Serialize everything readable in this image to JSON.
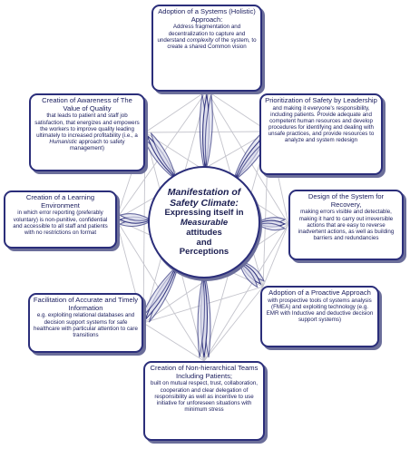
{
  "center": {
    "line1": "Manifestation of",
    "line2": "Safety Climate:",
    "line3": "Expressing itself in",
    "line4": "Measurable",
    "line5": "attitudes",
    "line6": "and",
    "line7": "Perceptions"
  },
  "boxes": {
    "top": {
      "title": "Adoption of a Systems (Holistic) Approach:",
      "desc1": "Address fragmentation and decentralization to capture and understand",
      "desc_em": "complexity",
      "desc2": "of the system, to create a shared Common vision"
    },
    "upper_left": {
      "title": "Creation of Awareness of The Value of Quality",
      "desc1": "that leads to patient and staff job satisfaction, that energizes and empowers the workers to improve quality leading ultimately to increased profitability (i.e., a",
      "desc_em": "Humanistic",
      "desc2": "approach to safety management)"
    },
    "upper_right": {
      "title": "Prioritization of Safety by Leadership",
      "desc": "and making it everyone's responsibility, including patients. Provide adequate and competent human resources and develop procedures for identifying and dealing with unsafe practices, and provide resources to analyze and system redesign"
    },
    "mid_left": {
      "title": "Creation of a Learning Environment",
      "desc": "in which error reporting (preferably voluntary) is non-punitive, confidential and accessible to all staff and patients with no restrictions on format"
    },
    "mid_right": {
      "title": "Design of the System for Recovery,",
      "desc": "making errors visible and detectable, making it hard to carry out irreversible actions that are easy to reverse inadvertent actions, as well as building barriers and redundancies"
    },
    "lower_left": {
      "title": "Facilitation of Accurate and Timely Information",
      "desc": "e.g. exploiting relational databases and decision support systems for safe healthcare with particular attention to care transitions"
    },
    "lower_right": {
      "title": "Adoption of a Proactive Approach",
      "desc": "with prospective tools of systems analysis (FMEA) and exploiting technology (e.g. EMR with Inductive and deductive decision support systems)"
    },
    "bottom": {
      "title": "Creation of Non-hierarchical Teams Including Patients;",
      "desc": "built on mutual respect, trust, collaboration, cooperation and clear delegation of responsibility as well as incentive to use initiative for unforeseen situations with minimum stress"
    }
  }
}
